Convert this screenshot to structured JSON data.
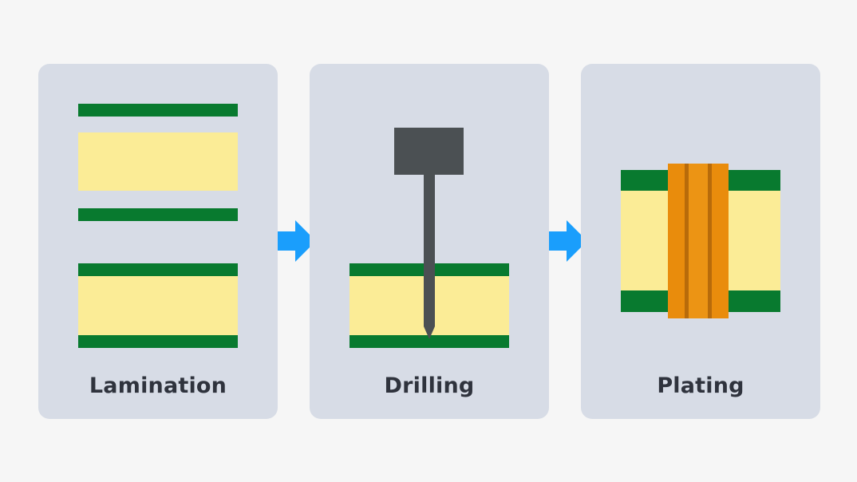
{
  "steps": [
    {
      "label": "Lamination"
    },
    {
      "label": "Drilling"
    },
    {
      "label": "Plating"
    }
  ],
  "colors": {
    "background": "#f6f6f6",
    "panel": "#d7dce6",
    "copper": "#087a2f",
    "core": "#fbec96",
    "drill": "#4b5053",
    "plating": "#e98c0c",
    "plating_dark": "#b86b0a",
    "arrow": "#1a9efc",
    "label_text": "#2f333d"
  },
  "icons": {
    "arrow": "arrow-right-icon",
    "drill": "drill-bit-icon"
  }
}
